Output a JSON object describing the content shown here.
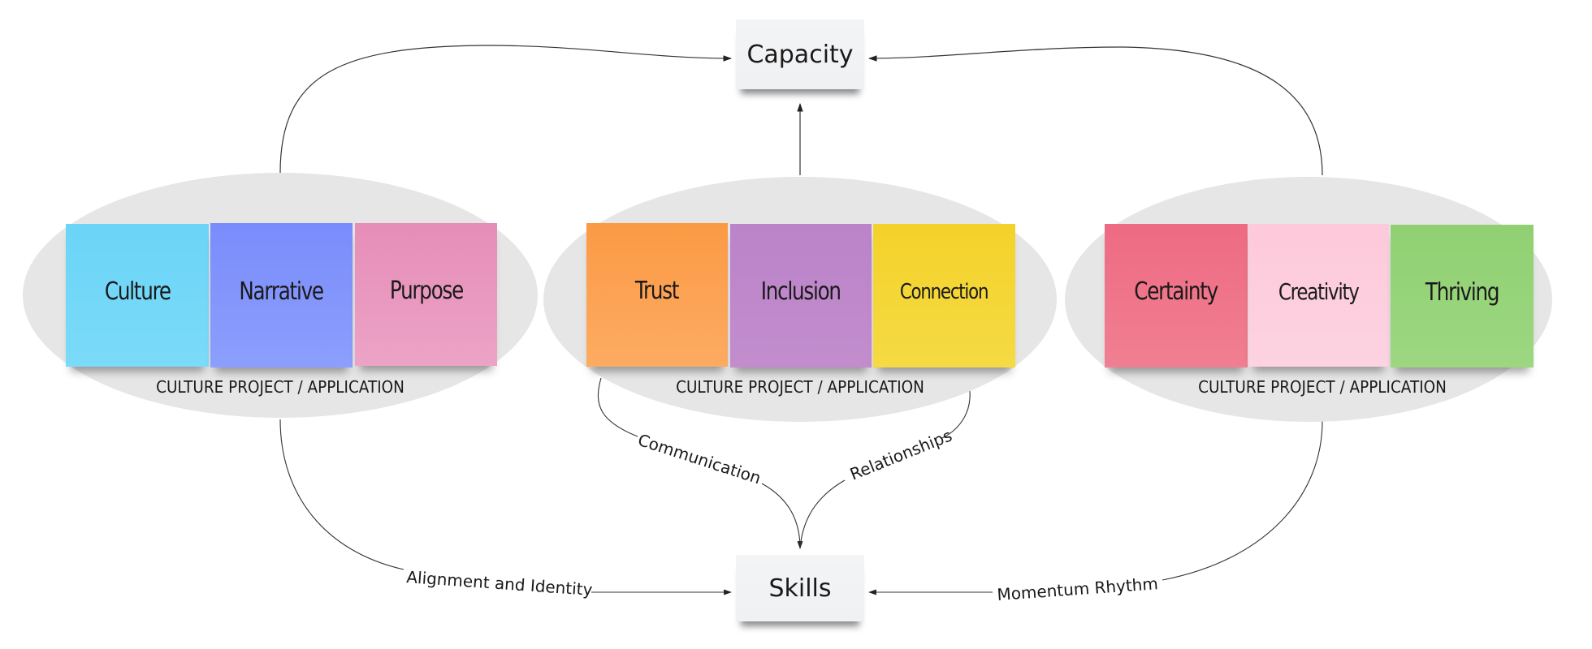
{
  "diagram": {
    "top_node": {
      "label": "Capacity"
    },
    "bottom_node": {
      "label": "Skills"
    },
    "groups": [
      {
        "label": "CULTURE PROJECT / APPLICATION",
        "stickies": [
          {
            "label": "Culture",
            "color": "#6dd6f7"
          },
          {
            "label": "Narrative",
            "color": "#7f91fb"
          },
          {
            "label": "Purpose",
            "color": "#e993bc"
          }
        ]
      },
      {
        "label": "CULTURE PROJECT / APPLICATION",
        "stickies": [
          {
            "label": "Trust",
            "color": "#fca04e"
          },
          {
            "label": "Inclusion",
            "color": "#be86cb"
          },
          {
            "label": "Connection",
            "color": "#f5d42f"
          }
        ]
      },
      {
        "label": "CULTURE PROJECT / APPLICATION",
        "stickies": [
          {
            "label": "Certainty",
            "color": "#ef6f86"
          },
          {
            "label": "Creativity",
            "color": "#fdcbdc"
          },
          {
            "label": "Thriving",
            "color": "#94d377"
          }
        ]
      }
    ],
    "edge_labels": {
      "communication": "Communication",
      "relationships": "Relationships",
      "alignment": "Alignment and Identity",
      "momentum": "Momentum Rhythm"
    },
    "colors": {
      "ellipse": "#e6e6e6",
      "box": "#f1f2f3",
      "line": "#333333"
    }
  }
}
